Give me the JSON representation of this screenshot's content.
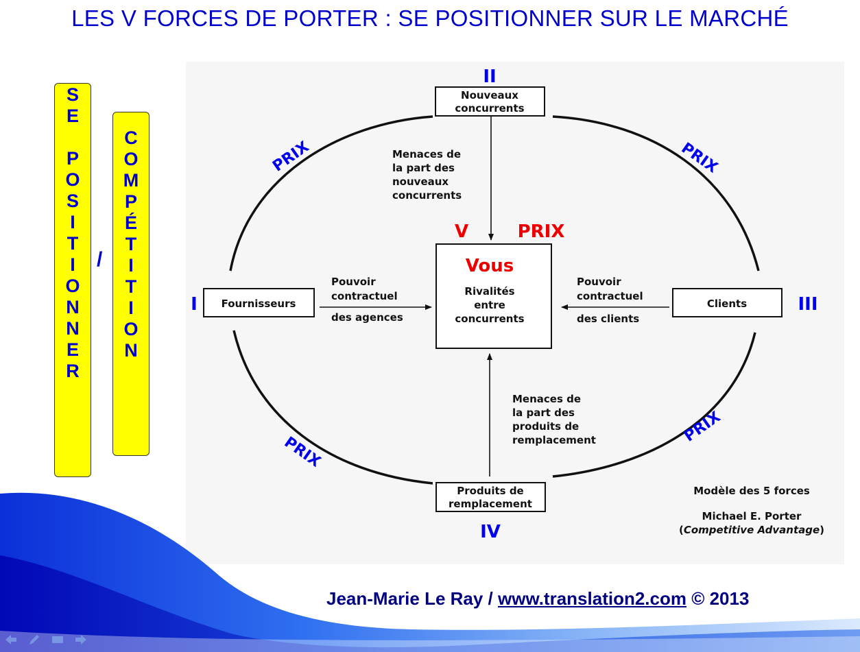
{
  "title": "LES V FORCES DE PORTER : SE POSITIONNER SUR LE MARCHÉ",
  "side": {
    "left_word": [
      "S",
      "E",
      "",
      "P",
      "O",
      "S",
      "I",
      "T",
      "I",
      "O",
      "N",
      "N",
      "E",
      "R"
    ],
    "slash": "/",
    "right_word": [
      "C",
      "O",
      "M",
      "P",
      "É",
      "T",
      "I",
      "T",
      "I",
      "O",
      "N"
    ]
  },
  "diagram": {
    "roman": {
      "I": "I",
      "II": "II",
      "III": "III",
      "IV": "IV",
      "V": "V"
    },
    "prix": "PRIX",
    "center": {
      "title": "Vous",
      "line1": "Rivalités",
      "line2": "entre",
      "line3": "concurrents"
    },
    "boxes": {
      "new_entrants": [
        "Nouveaux",
        "concurrents"
      ],
      "suppliers": "Fournisseurs",
      "clients": "Clients",
      "substitutes": [
        "Produits de",
        "remplacement"
      ]
    },
    "labels": {
      "threat_new": [
        "Menaces de",
        "la part des",
        "nouveaux",
        "concurrents"
      ],
      "power_suppliers": [
        "Pouvoir",
        "contractuel",
        "des agences"
      ],
      "power_clients": [
        "Pouvoir",
        "contractuel",
        "des clients"
      ],
      "threat_subst": [
        "Menaces de",
        "la part des",
        "produits de",
        "remplacement"
      ]
    },
    "caption": {
      "line1": "Modèle des 5 forces",
      "line2": "Michael E. Porter",
      "line3_open": "(",
      "line3_italic": "Competitive Advantage",
      "line3_close": ")"
    }
  },
  "footer": {
    "author": "Jean-Marie Le Ray / ",
    "link": "www.translation2.com",
    "copyright": " © 2013"
  },
  "colors": {
    "title_blue": "#0000cc",
    "yellow": "#ffff00",
    "prix_blue": "#0000ee",
    "red": "#ee0000"
  }
}
